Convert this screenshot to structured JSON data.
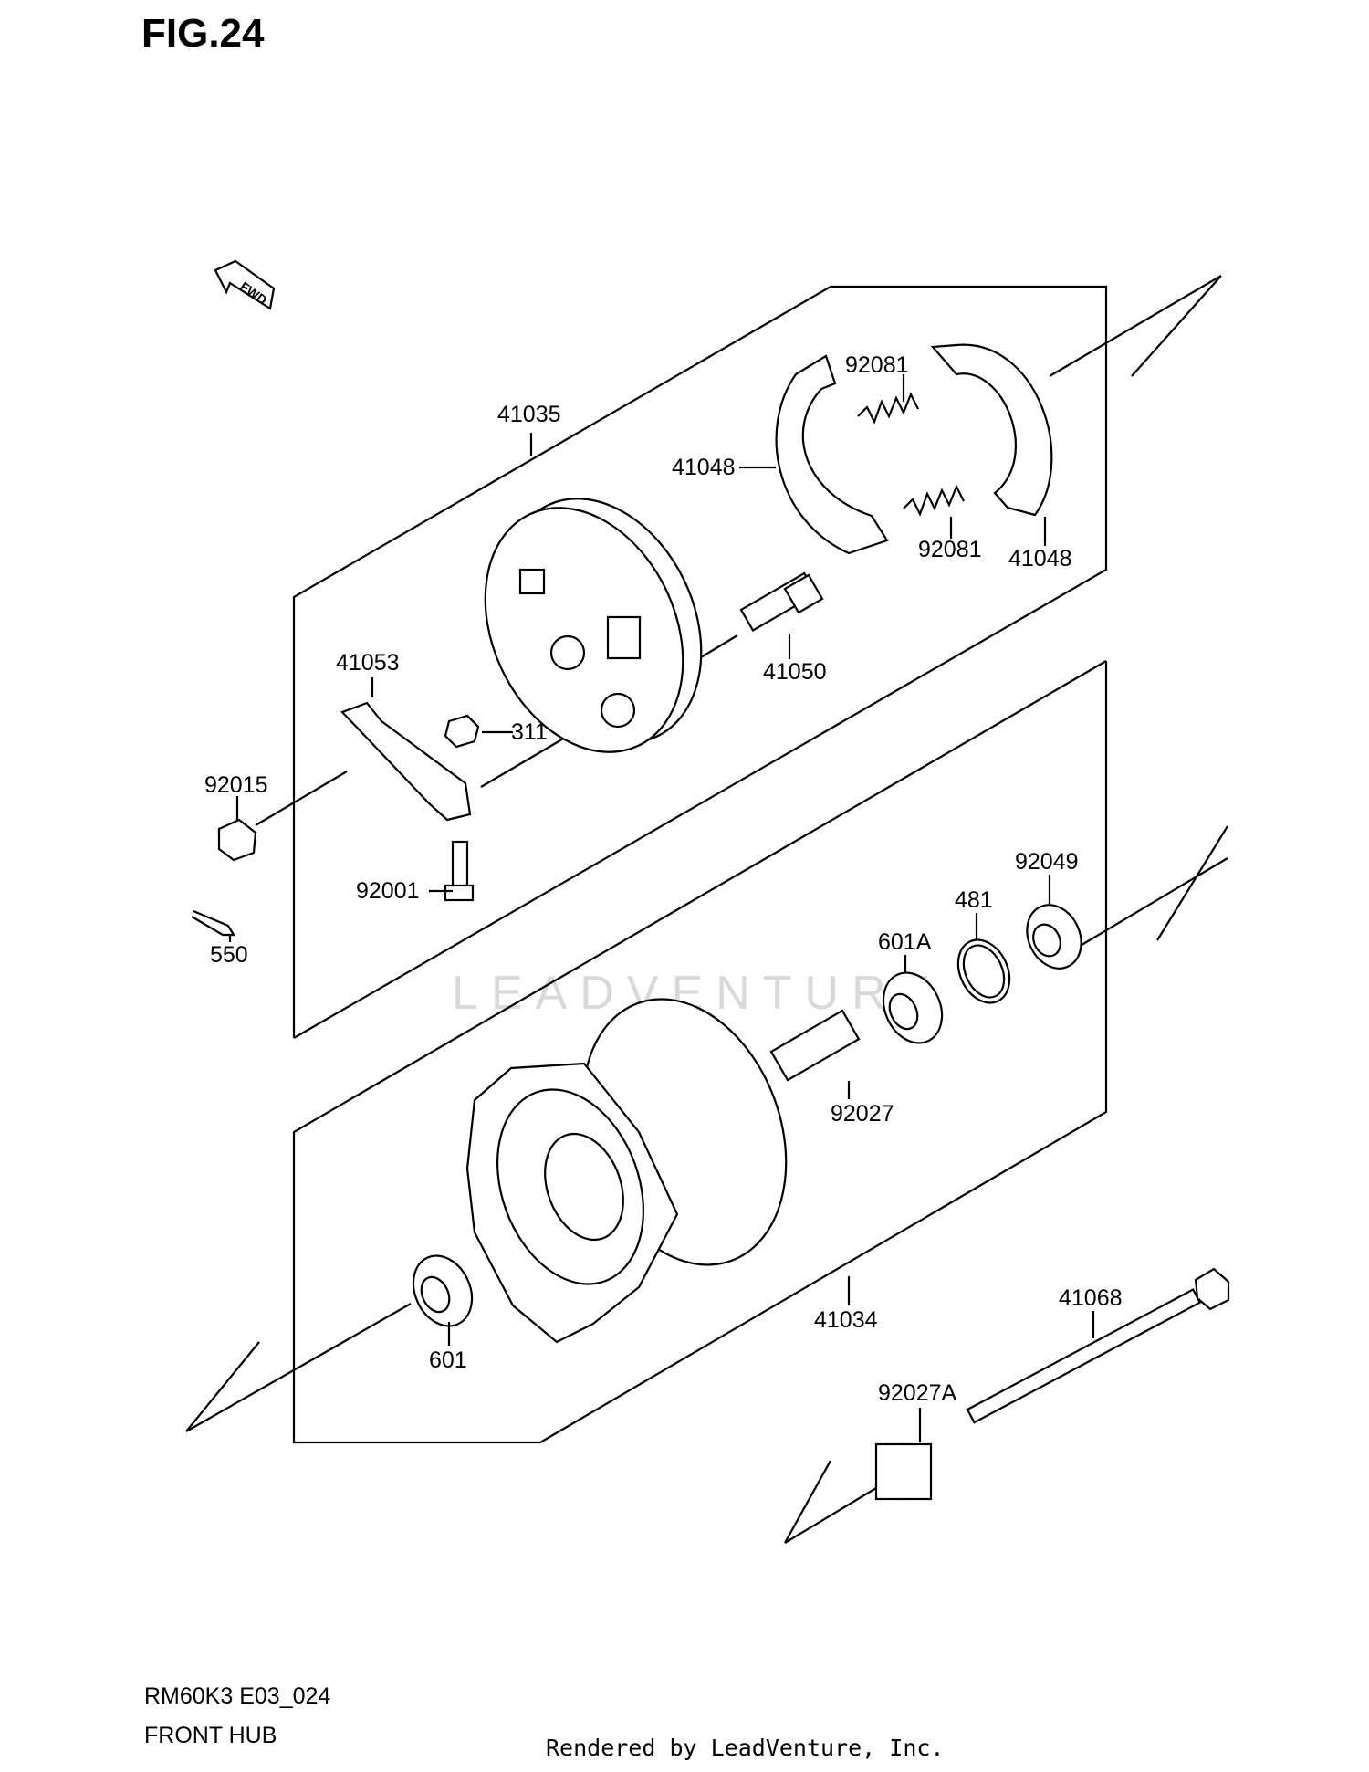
{
  "figure": {
    "title": "FIG.24"
  },
  "fwd_tag": "FWD",
  "parts": [
    {
      "id": "p41035",
      "number": "41035"
    },
    {
      "id": "p92081a",
      "number": "92081"
    },
    {
      "id": "p41048a",
      "number": "41048"
    },
    {
      "id": "p92081b",
      "number": "92081"
    },
    {
      "id": "p41048b",
      "number": "41048"
    },
    {
      "id": "p41050",
      "number": "41050"
    },
    {
      "id": "p41053",
      "number": "41053"
    },
    {
      "id": "p311",
      "number": "311"
    },
    {
      "id": "p92015",
      "number": "92015"
    },
    {
      "id": "p92001",
      "number": "92001"
    },
    {
      "id": "p550",
      "number": "550"
    },
    {
      "id": "p92049",
      "number": "92049"
    },
    {
      "id": "p481",
      "number": "481"
    },
    {
      "id": "p601A",
      "number": "601A"
    },
    {
      "id": "p92027",
      "number": "92027"
    },
    {
      "id": "p41034",
      "number": "41034"
    },
    {
      "id": "p601",
      "number": "601"
    },
    {
      "id": "p41068",
      "number": "41068"
    },
    {
      "id": "p92027A",
      "number": "92027A"
    }
  ],
  "watermark": "LEADVENTURE",
  "model_code": "RM60K3 E03_024",
  "section_name": "FRONT HUB",
  "footer": "Rendered by LeadVenture, Inc."
}
